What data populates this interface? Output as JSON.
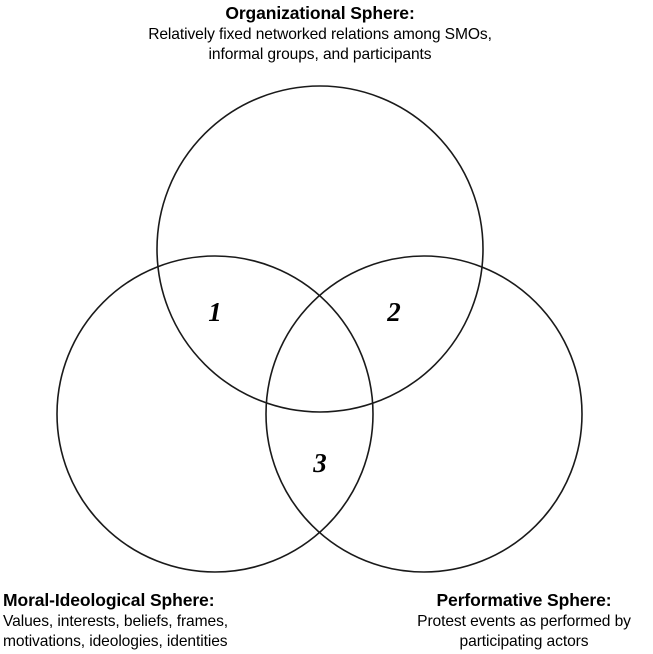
{
  "figure": {
    "type": "venn-diagram-3-circle",
    "background_color": "#ffffff",
    "stroke_color": "#1a1a1a"
  },
  "spheres": {
    "organizational": {
      "title": "Organizational Sphere:",
      "description_line1": "Relatively fixed networked relations among SMOs,",
      "description_line2": "informal groups, and participants"
    },
    "moral_ideological": {
      "title": "Moral-Ideological Sphere:",
      "description_line1": "Values, interests, beliefs, frames,",
      "description_line2": "motivations, ideologies, identities"
    },
    "performative": {
      "title": "Performative Sphere:",
      "description_line1": "Protest events as performed by",
      "description_line2": "participating actors"
    }
  },
  "regions": [
    {
      "id": "region-1",
      "label": "1"
    },
    {
      "id": "region-2",
      "label": "2"
    },
    {
      "id": "region-3",
      "label": "3"
    }
  ]
}
